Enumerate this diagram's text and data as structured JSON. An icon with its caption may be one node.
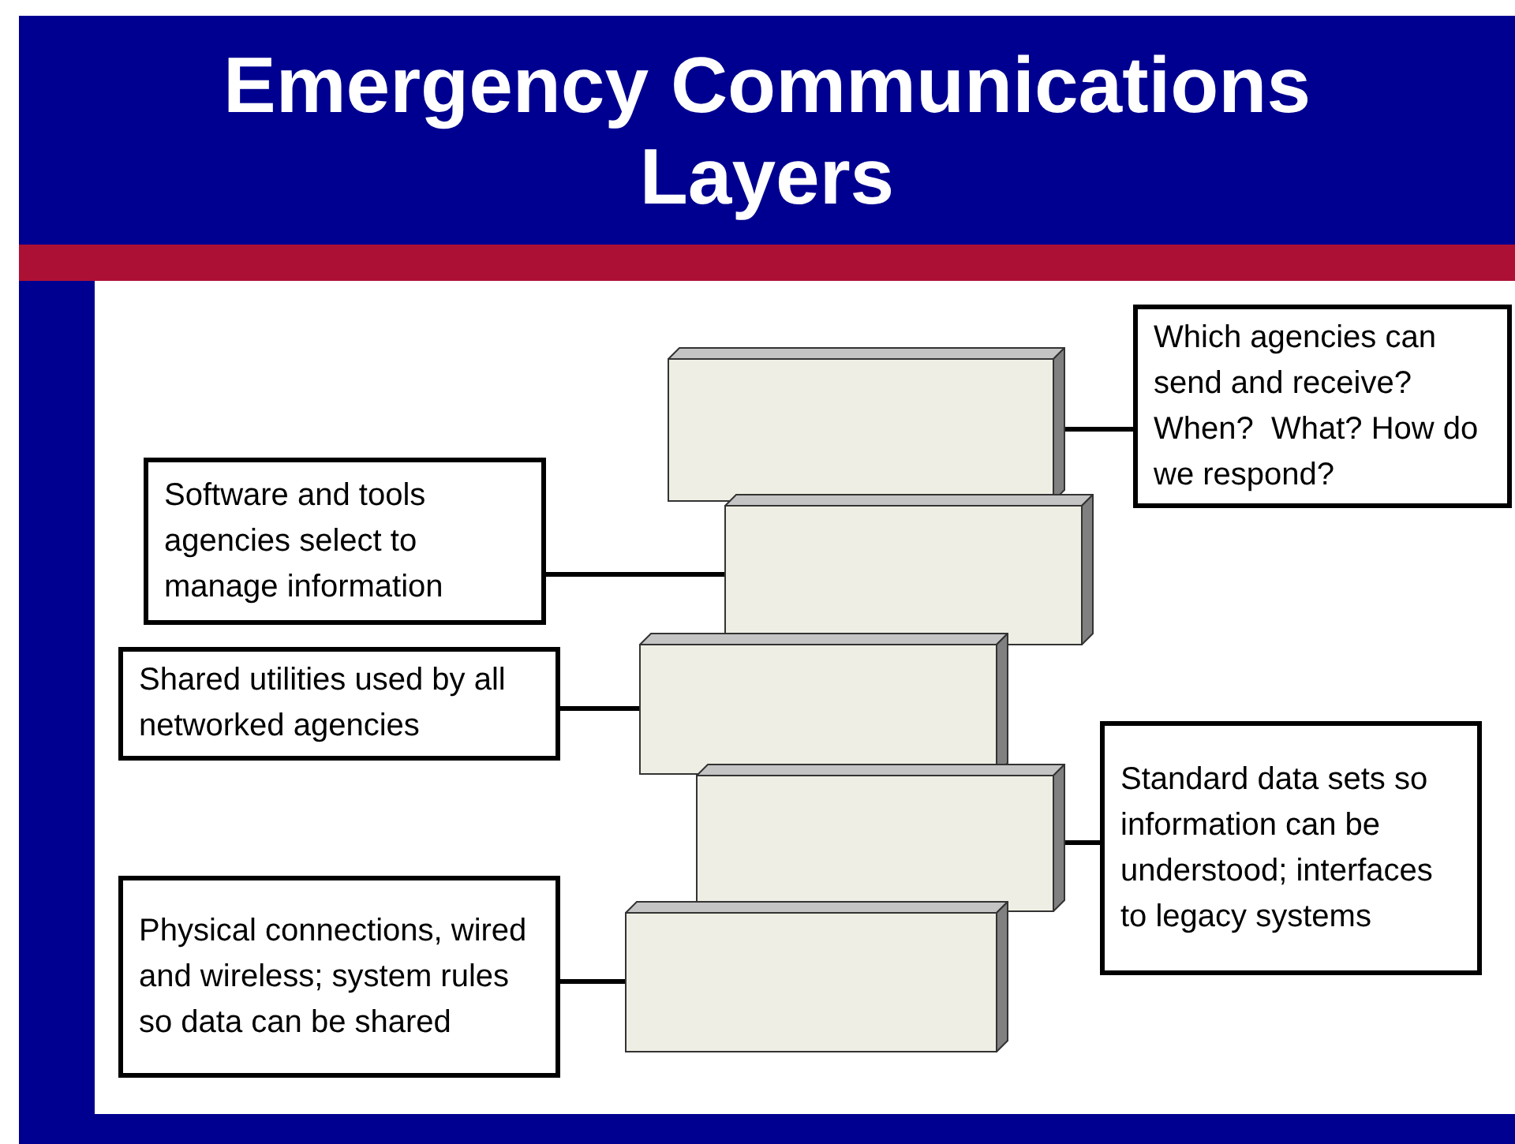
{
  "diagram": {
    "title": "Emergency Communications Layers",
    "nodes": [
      {
        "text": [
          "Which agencies can send and receive? When?  What? How do we respond?"
        ]
      },
      {
        "text": [],
        "shape": "box"
      },
      {
        "text": [
          "Software and tools agencies select to manage information"
        ]
      },
      {
        "text": [],
        "shape": "box"
      },
      {
        "text": [
          "Shared utilities used by all networked agencies"
        ]
      },
      {
        "text": [],
        "shape": "box"
      },
      {
        "text": [
          "Standard data sets so information can be understood; interfaces to legacy systems"
        ]
      },
      {
        "text": [],
        "shape": "box"
      },
      {
        "text": [
          "Physical connections, wired and wireless; system rules so data can be shared"
        ]
      },
      {
        "text": [],
        "shape": "box"
      }
    ],
    "edges": [
      {
        "from": 0,
        "to": 1,
        "arrow": "none"
      },
      {
        "from": 2,
        "to": 3,
        "arrow": "none"
      },
      {
        "from": 4,
        "to": 5,
        "arrow": "none"
      },
      {
        "from": 6,
        "to": 7,
        "arrow": "none"
      },
      {
        "from": 8,
        "to": 9,
        "arrow": "none"
      }
    ]
  }
}
